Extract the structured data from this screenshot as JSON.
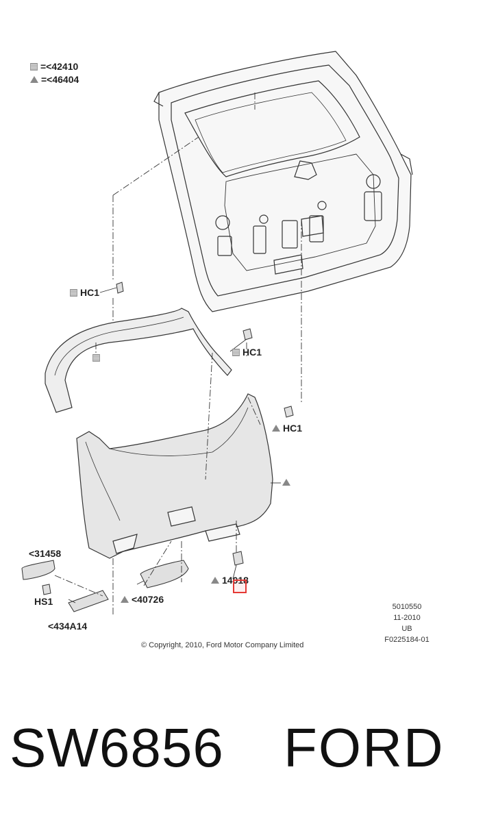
{
  "legend": {
    "square_symbol_name": "hatched-square-icon",
    "triangle_symbol_name": "triangle-icon",
    "square_equals": "=<42410",
    "triangle_equals": "=<46404"
  },
  "callouts": {
    "hc1_top": "HC1",
    "hc1_middle": "HC1",
    "hc1_lower": "HC1",
    "part_31458": "<31458",
    "part_hs1": "HS1",
    "part_434a14": "<434A14",
    "part_40726": "<40726",
    "part_14018": "14018"
  },
  "info_block": {
    "line1": "5010550",
    "line2": "11-2010",
    "line3": "UB",
    "line4": "F0225184-01"
  },
  "copyright": "© Copyright, 2010, Ford Motor Company Limited",
  "footer": {
    "code": "SW6856",
    "brand": "FORD"
  },
  "colors": {
    "line": "#333333",
    "panel_fill": "#e6e6e6",
    "highlight": "#e53935"
  }
}
